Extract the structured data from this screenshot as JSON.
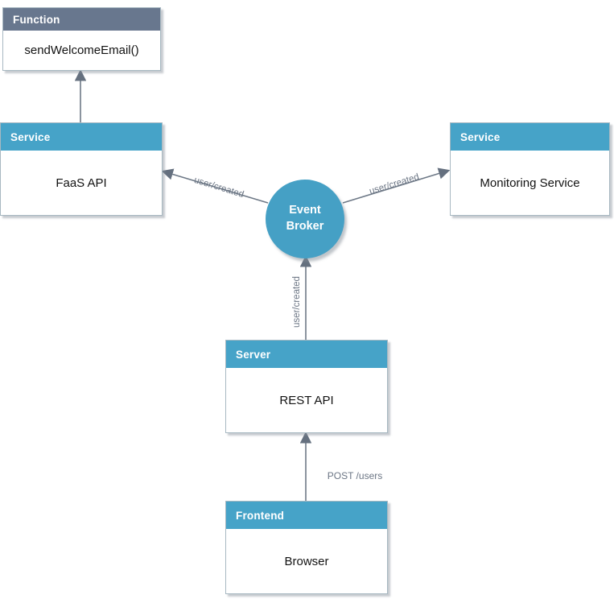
{
  "colors": {
    "teal": "#46a3c8",
    "slate": "#68778e",
    "broker": "#45a0c5",
    "arrow": "#6e7987",
    "edge-label": "#6b7584",
    "node-border": "#a7b8c1",
    "body-text": "#121212",
    "header-text": "#ffffff"
  },
  "nodes": {
    "function": {
      "kind": "Function",
      "label": "sendWelcomeEmail()"
    },
    "faas": {
      "kind": "Service",
      "label": "FaaS API"
    },
    "monitoring": {
      "kind": "Service",
      "label": "Monitoring Service"
    },
    "broker": {
      "label": "Event Broker"
    },
    "server": {
      "kind": "Server",
      "label": "REST API"
    },
    "frontend": {
      "kind": "Frontend",
      "label": "Browser"
    }
  },
  "edges": {
    "broker_to_faas": {
      "label": "user/created"
    },
    "broker_to_monitoring": {
      "label": "user/created"
    },
    "server_to_broker": {
      "label": "user/created"
    },
    "frontend_to_server": {
      "label": "POST /users"
    }
  }
}
